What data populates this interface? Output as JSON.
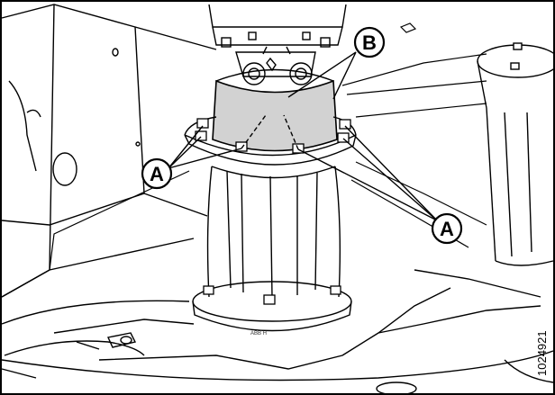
{
  "figure": {
    "callouts": [
      {
        "id": "callout-a-left",
        "label": "A"
      },
      {
        "id": "callout-a-right",
        "label": "A"
      },
      {
        "id": "callout-b",
        "label": "B"
      }
    ],
    "figure_number": "1024921",
    "part_marking": "ABB H"
  },
  "colors": {
    "line": "#000000",
    "shading": "#d2d2d2",
    "background": "#ffffff"
  }
}
